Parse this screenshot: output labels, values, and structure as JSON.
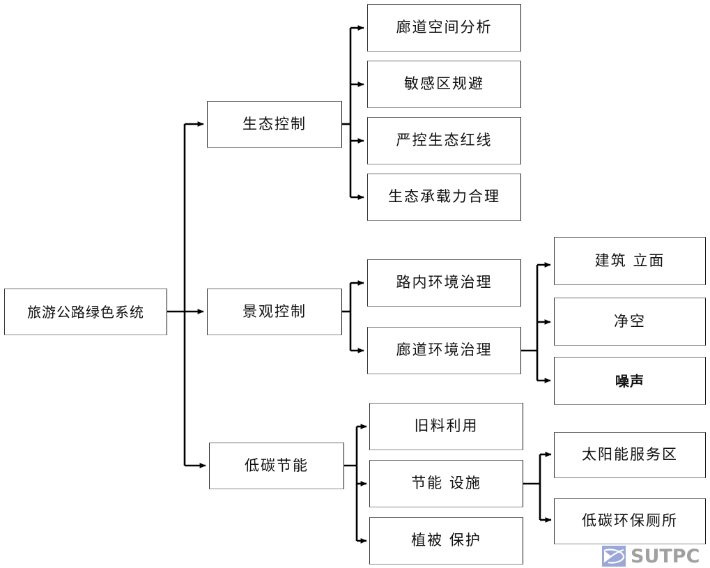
{
  "diagram": {
    "title_node": "旅游公路绿色系统",
    "level1": [
      {
        "id": "eco",
        "label": "生态控制"
      },
      {
        "id": "landscape",
        "label": "景观控制"
      },
      {
        "id": "lowcarbon",
        "label": "低碳节能"
      }
    ],
    "level2": {
      "eco": [
        {
          "label": "廊道空间分析"
        },
        {
          "label": "敏感区规避"
        },
        {
          "label": "严控生态红线"
        },
        {
          "label": "生态承载力合理"
        }
      ],
      "landscape": [
        {
          "label": "路内环境治理"
        },
        {
          "label": "廊道环境治理"
        }
      ],
      "lowcarbon": [
        {
          "label": "旧料利用"
        },
        {
          "label": "节能 设施"
        },
        {
          "label": "植被 保护"
        }
      ]
    },
    "level3": {
      "corridor_env": [
        {
          "label": "建筑 立面",
          "style": "serif"
        },
        {
          "label": "净空",
          "style": "serif"
        },
        {
          "label": "噪声",
          "style": "bold-sans"
        }
      ],
      "energy_facility": [
        {
          "label": "太阳能服务区",
          "style": "serif"
        },
        {
          "label": "低碳环保厕所",
          "style": "serif"
        }
      ]
    }
  },
  "watermark": {
    "brand": "SUTPC",
    "mark_color": "#9aa7d8",
    "text_color": "#a0a0a0"
  }
}
